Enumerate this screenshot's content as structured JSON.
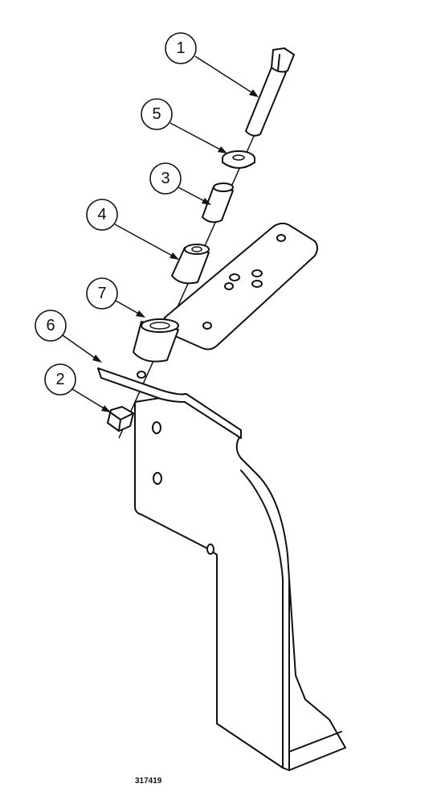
{
  "figure_number": "317419",
  "callouts": [
    {
      "id": "1",
      "label": "1"
    },
    {
      "id": "5",
      "label": "5"
    },
    {
      "id": "3",
      "label": "3"
    },
    {
      "id": "4",
      "label": "4"
    },
    {
      "id": "7",
      "label": "7"
    },
    {
      "id": "6",
      "label": "6"
    },
    {
      "id": "2",
      "label": "2"
    }
  ]
}
